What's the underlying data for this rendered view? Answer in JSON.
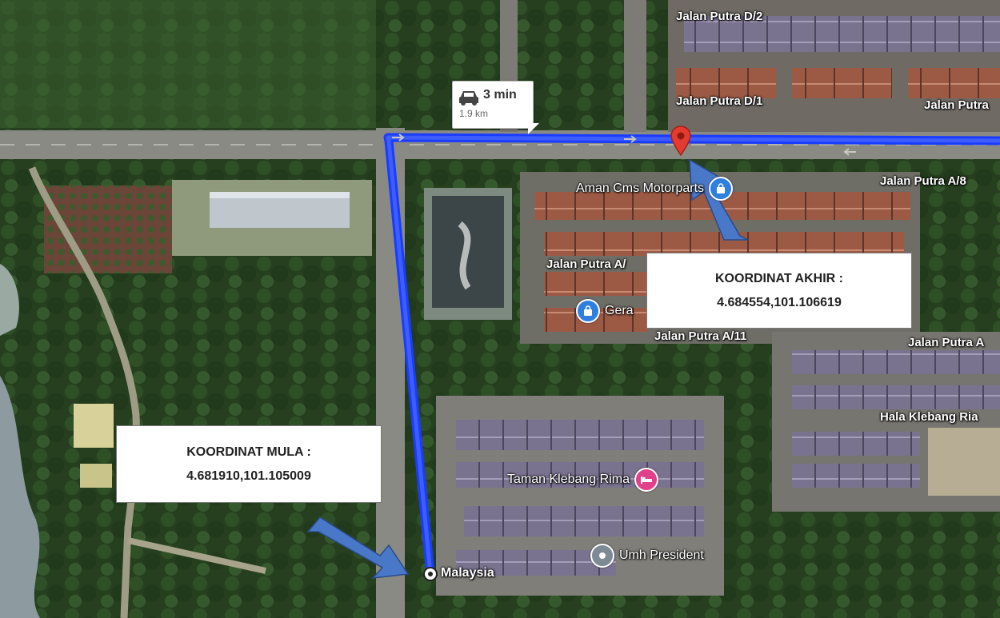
{
  "route": {
    "duration": "3 min",
    "distance": "1.9 km",
    "color": "#1a3cff"
  },
  "start_box": {
    "title": "KOORDINAT MULA  :",
    "coords": "4.681910,101.105009"
  },
  "end_box": {
    "title": "KOORDINAT AKHIR  :",
    "coords": "4.684554,101.106619"
  },
  "street_labels": [
    "Jalan Putra D/2",
    "Jalan Putra D/1",
    "Jalan Putra",
    "Jalan Putra A/8",
    "Jalan Putra A/",
    "Jalan Putra A/11",
    "Jalan Putra A",
    "Hala Klebang Ria"
  ],
  "places": {
    "moto": "Aman Cms Motorparts",
    "gerai": "Gera",
    "taman": "Taman Klebang Rima",
    "umh": "Umh President",
    "malaysia": "Malaysia"
  },
  "colors": {
    "shop_pin": "#2f7fe0",
    "lodging_pin": "#e0418a",
    "place_pin": "#7d8a93",
    "destination_pin": "#e33b2f",
    "arrow": "#4a78c8"
  },
  "icons": {
    "destination": "map-pin-icon",
    "shop": "shopping-bag-icon",
    "lodging": "bed-icon",
    "place": "place-dot-icon",
    "car": "car-icon"
  }
}
